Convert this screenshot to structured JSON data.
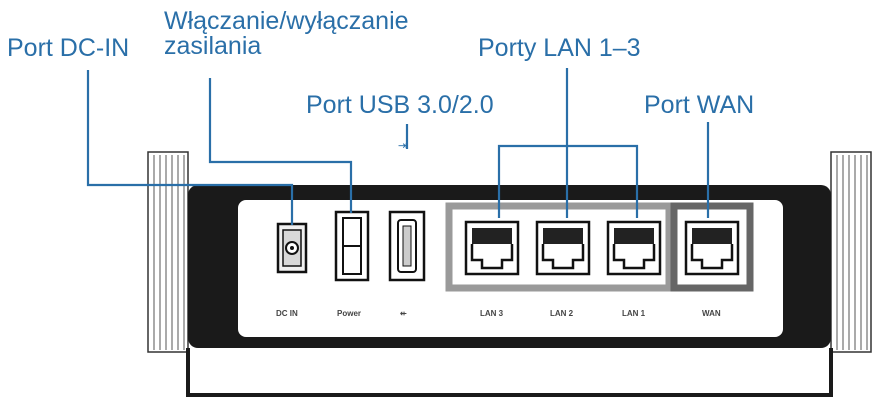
{
  "callouts": {
    "dc_in": "Port DC-IN",
    "power_line1": "Włączanie/wyłączanie",
    "power_line2": "zasilania",
    "usb": "Port USB 3.0/2.0",
    "lan": "Porty LAN 1–3",
    "wan": "Port WAN"
  },
  "port_labels": {
    "dc_in": "DC IN",
    "power": "Power",
    "usb": "⇷",
    "lan3": "LAN 3",
    "lan2": "LAN 2",
    "lan1": "LAN 1",
    "wan": "WAN"
  },
  "colors": {
    "callout_text": "#2a6fa8",
    "leader_line": "#2a6fa8",
    "device_body": "#1a1a1a",
    "panel": "#ffffff"
  }
}
